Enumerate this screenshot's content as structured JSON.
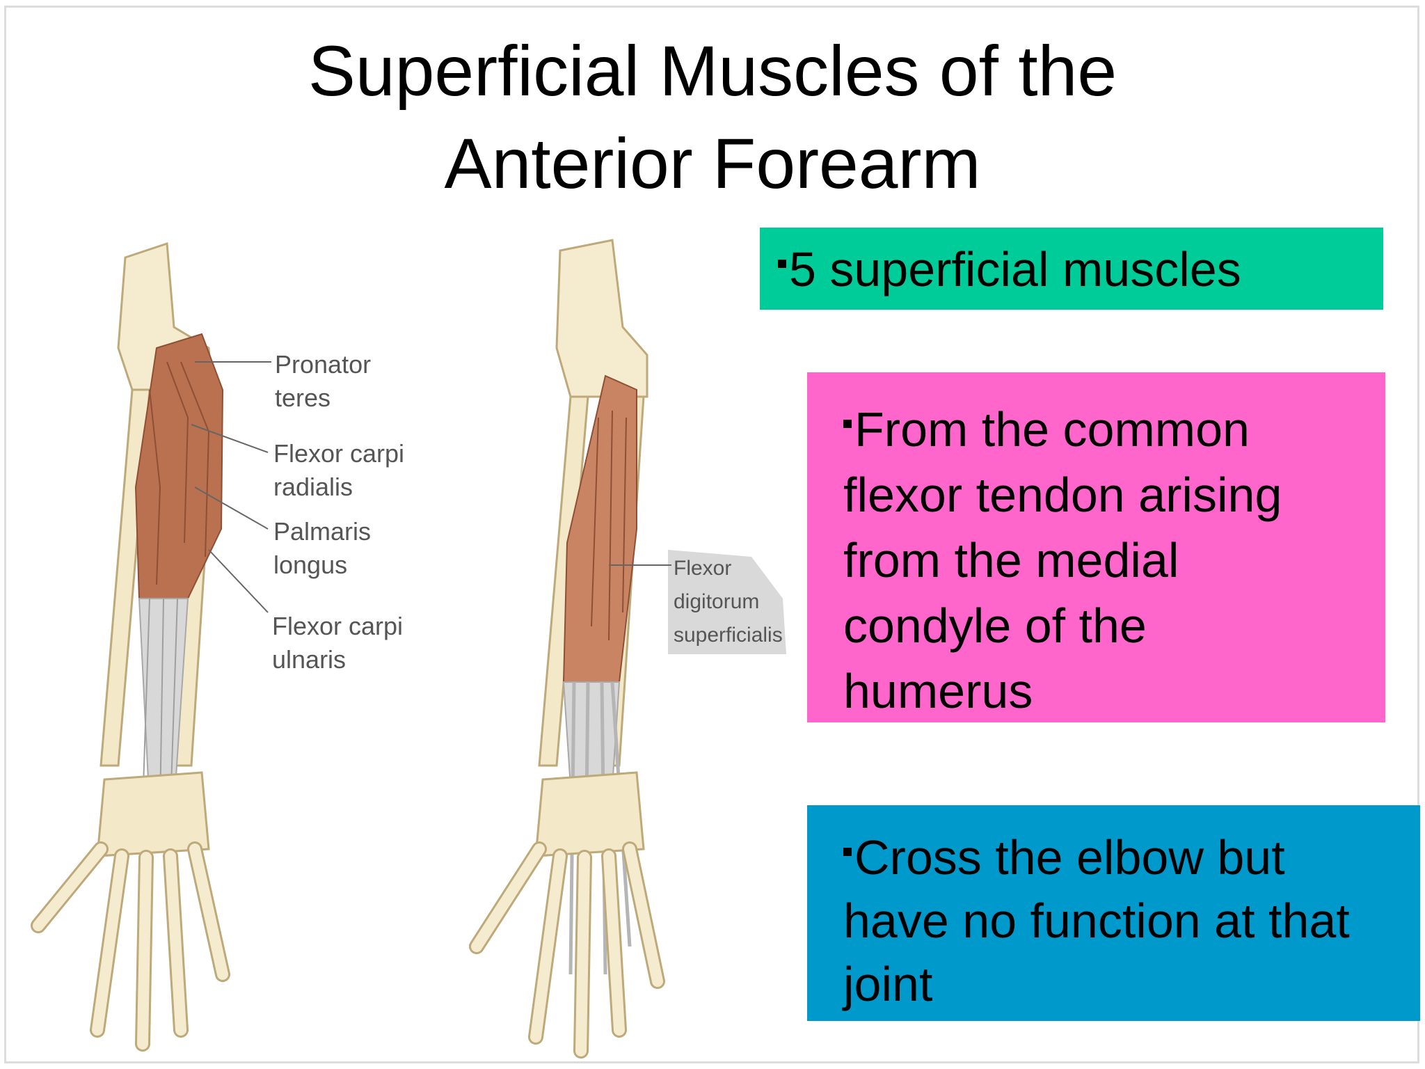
{
  "slide": {
    "title_line1": "Superficial Muscles of the",
    "title_line2": "Anterior Forearm"
  },
  "figure": {
    "left_labels": {
      "pronator_1": "Pronator",
      "pronator_2": "teres",
      "fcr_1": "Flexor carpi",
      "fcr_2": "radialis",
      "pl_1": "Palmaris",
      "pl_2": "longus",
      "fcu_1": "Flexor carpi",
      "fcu_2": "ulnaris"
    },
    "right_labels": {
      "fds_1": "Flexor",
      "fds_2": "digitorum",
      "fds_3": "superficialis"
    }
  },
  "boxes": {
    "green": {
      "text": "5 superficial muscles",
      "color": "#00cc99"
    },
    "pink": {
      "line1": "From the common",
      "line2": "flexor tendon arising",
      "line3": "from the medial",
      "line4": "condyle of the",
      "line5": "humerus",
      "color": "#ff66cc"
    },
    "blue": {
      "line1": "Cross the elbow but",
      "line2": "have no function at that",
      "line3": "joint",
      "color": "#0099cc"
    }
  }
}
